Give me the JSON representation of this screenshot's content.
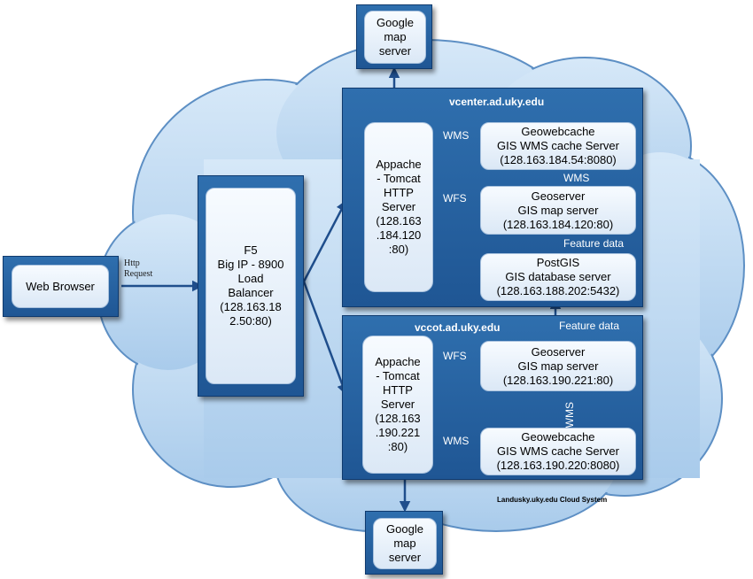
{
  "colors": {
    "cloud_fill": "#bfd9f2",
    "cloud_stroke": "#5d8fc4",
    "dark_box": "#2a64a4",
    "light_box": "#eaf2fb",
    "arrow": "#1f4e8c"
  },
  "web_browser": {
    "label": "Web Browser"
  },
  "http_request": {
    "label": "Http\nRequest"
  },
  "load_balancer": {
    "label": "F5\nBig IP - 8900\nLoad\nBalancer\n(128.163.18\n2.50:80)"
  },
  "vcenter": {
    "title": "vcenter.ad.uky.edu",
    "apache": {
      "label": "Appache\n- Tomcat\nHTTP\nServer\n(128.163\n.184.120\n:80)"
    },
    "geowebcache": {
      "label": "Geowebcache\nGIS WMS cache Server\n(128.163.184.54:8080)"
    },
    "geoserver": {
      "label": "Geoserver\nGIS map server\n(128.163.184.120:80)"
    },
    "postgis": {
      "label": "PostGIS\nGIS database server\n(128.163.188.202:5432)"
    },
    "wms_label": "WMS",
    "wfs_label": "WFS",
    "wms_vertical_label": "WMS",
    "feature_data_label": "Feature data"
  },
  "vccot": {
    "title": "vccot.ad.uky.edu",
    "apache": {
      "label": "Appache\n- Tomcat\nHTTP\nServer\n(128.163\n.190.221\n:80)"
    },
    "geoserver": {
      "label": "Geoserver\nGIS map server\n(128.163.190.221:80)"
    },
    "geowebcache": {
      "label": "Geowebcache\nGIS WMS cache Server\n(128.163.190.220:8080)"
    },
    "wfs_label": "WFS",
    "wms_label": "WMS",
    "wms_vertical_label": "WMS",
    "feature_data_label": "Feature data"
  },
  "google_top": {
    "label": "Google\nmap\nserver"
  },
  "google_bottom": {
    "label": "Google\nmap\nserver"
  },
  "caption": "Landusky.uky.edu Cloud System"
}
